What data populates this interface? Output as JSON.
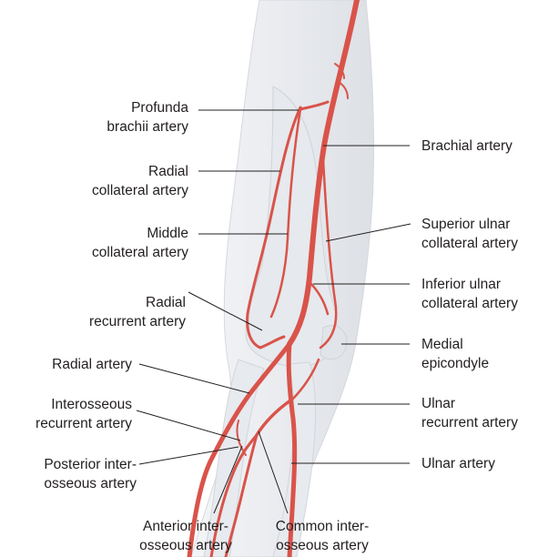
{
  "labels_left": [
    {
      "id": "profunda-brachii",
      "lines": [
        "Profunda",
        "brachii artery"
      ]
    },
    {
      "id": "radial-collateral",
      "lines": [
        "Radial",
        "collateral artery"
      ]
    },
    {
      "id": "middle-collateral",
      "lines": [
        "Middle",
        "collateral artery"
      ]
    },
    {
      "id": "radial-recurrent",
      "lines": [
        "Radial",
        "recurrent artery"
      ]
    },
    {
      "id": "radial",
      "lines": [
        "Radial artery"
      ]
    },
    {
      "id": "interosseous-recurrent",
      "lines": [
        "Interosseous",
        "recurrent artery"
      ]
    },
    {
      "id": "posterior-interosseous",
      "lines": [
        "Posterior inter-",
        "osseous artery"
      ]
    }
  ],
  "labels_right": [
    {
      "id": "brachial",
      "lines": [
        "Brachial artery"
      ]
    },
    {
      "id": "superior-ulnar-collateral",
      "lines": [
        "Superior ulnar",
        "collateral artery"
      ]
    },
    {
      "id": "inferior-ulnar-collateral",
      "lines": [
        "Inferior ulnar",
        "collateral artery"
      ]
    },
    {
      "id": "medial-epicondyle",
      "lines": [
        "Medial",
        "epicondyle"
      ]
    },
    {
      "id": "ulnar-recurrent",
      "lines": [
        "Ulnar",
        "recurrent artery"
      ]
    },
    {
      "id": "ulnar",
      "lines": [
        "Ulnar artery"
      ]
    }
  ],
  "labels_bottom": [
    {
      "id": "anterior-interosseous",
      "lines": [
        "Anterior inter-",
        "osseous artery"
      ]
    },
    {
      "id": "common-interosseous",
      "lines": [
        "Common inter-",
        "osseous artery"
      ]
    }
  ],
  "colors": {
    "artery": "#d9534a",
    "artery_dark": "#b63a33",
    "skin": "#eef0f3",
    "bone": "#e3e6ea",
    "leader": "#231f20"
  }
}
